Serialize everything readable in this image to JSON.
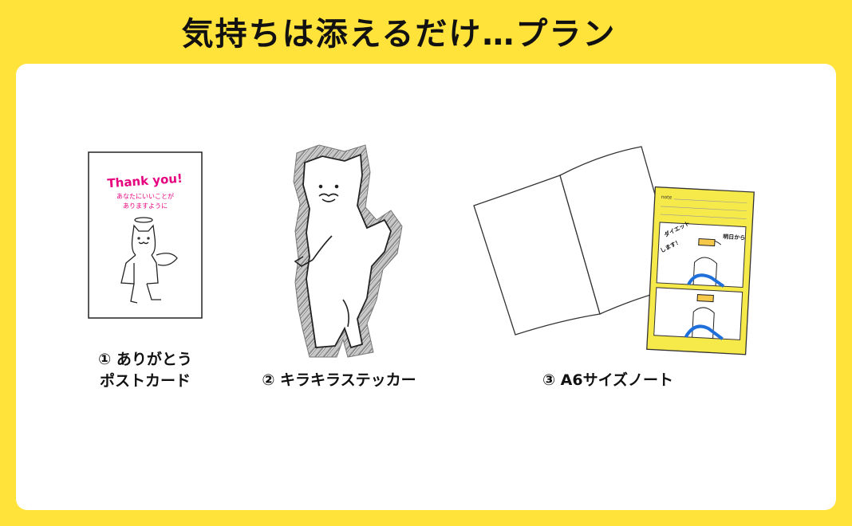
{
  "title": "気持ちは添えるだけ…プラン",
  "items": [
    {
      "number": "①",
      "label_line1": "ありがとう",
      "label_line2": "ポストカード",
      "card_text": "Thank you!",
      "card_subtext_1": "あなたにいいことが",
      "card_subtext_2": "ありますように"
    },
    {
      "number": "②",
      "label": "キラキラステッカー"
    },
    {
      "number": "③",
      "label": "A6サイズノート",
      "note_header": "note",
      "comic_text_1": "明日から",
      "comic_text_2": "ダイエット",
      "comic_text_3": "します！"
    }
  ],
  "colors": {
    "background": "#ffe23a",
    "panel": "#ffffff",
    "accent_pink": "#e6007e",
    "notebook_yellow": "#f6e94a"
  }
}
